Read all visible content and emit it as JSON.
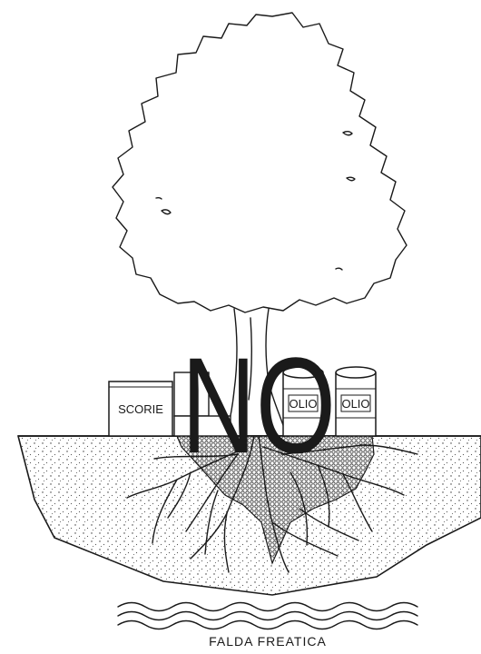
{
  "diagram": {
    "labels": {
      "scorie": "SCORIE",
      "olio_1": "OLIO",
      "olio_2": "OLIO",
      "no": "NO",
      "falda": "FALDA FREATICA"
    },
    "colors": {
      "ink": "#1a1a1a",
      "background": "#ffffff",
      "contamination": "#3a3a3a"
    }
  }
}
